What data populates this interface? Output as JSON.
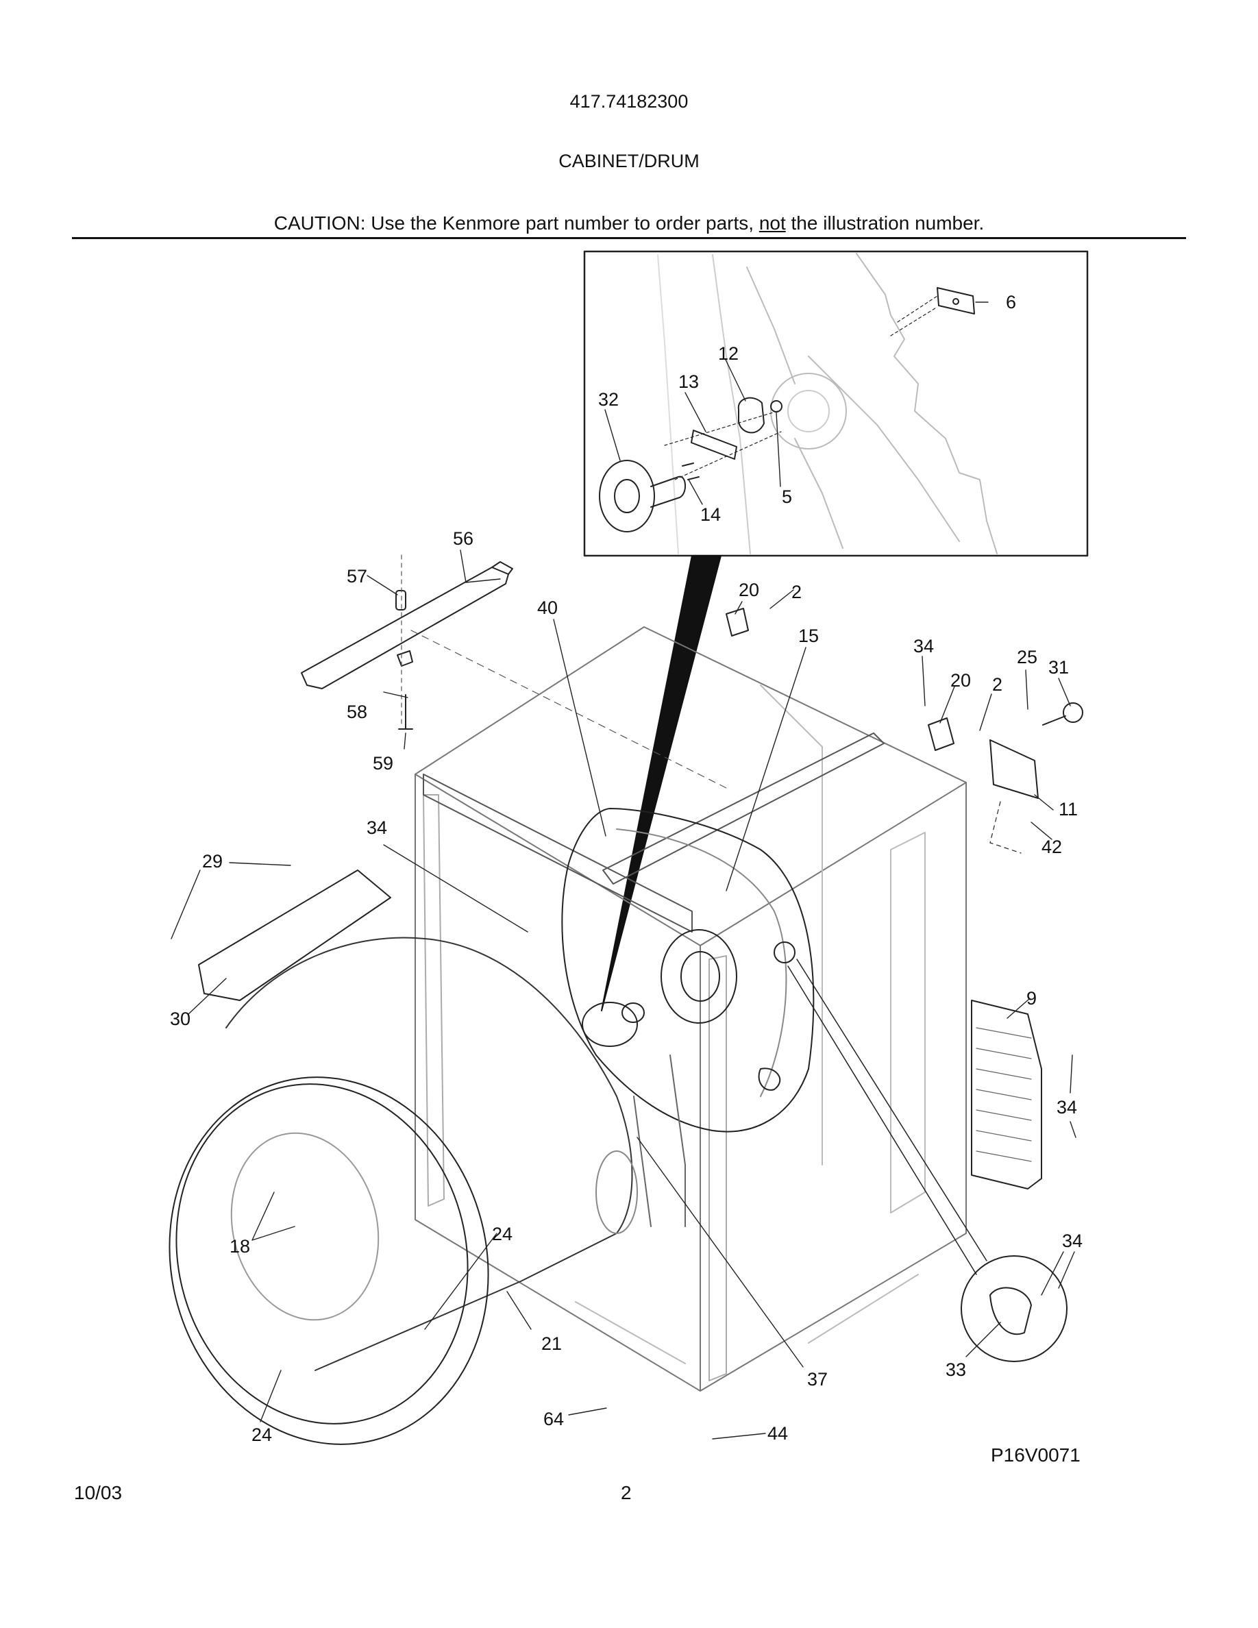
{
  "header": {
    "model_number": "417.74182300",
    "section_title": "CABINET/DRUM",
    "caution_prefix": "CAUTION: Use the Kenmore part number to order parts, ",
    "caution_emphasis": "not",
    "caution_suffix": " the illustration number."
  },
  "callouts": [
    "6",
    "12",
    "13",
    "32",
    "5",
    "14",
    "56",
    "57",
    "40",
    "20",
    "2",
    "15",
    "34",
    "20",
    "2",
    "25",
    "31",
    "58",
    "59",
    "11",
    "42",
    "34",
    "29",
    "30",
    "9",
    "34",
    "18",
    "24",
    "21",
    "37",
    "34",
    "33",
    "24",
    "64",
    "44"
  ],
  "footer": {
    "date": "10/03",
    "page": "2",
    "figure_code": "P16V0071"
  }
}
